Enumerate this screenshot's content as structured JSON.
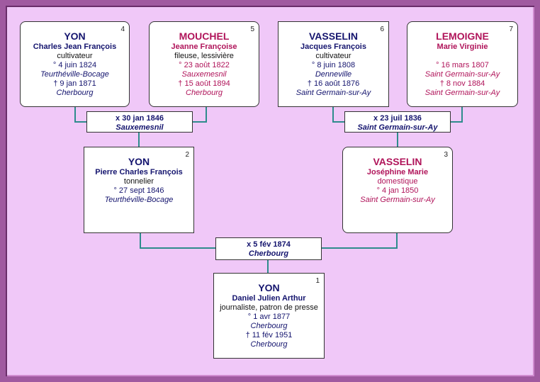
{
  "persons": {
    "p4": {
      "number": "4",
      "surname": "YON",
      "given": "Charles Jean François",
      "occupation": "cultivateur",
      "birth": "° 4 juin 1824",
      "birth_place": "Teurthéville-Bocage",
      "death": "† 9 jan 1871",
      "death_place": "Cherbourg"
    },
    "p5": {
      "number": "5",
      "surname": "MOUCHEL",
      "given": "Jeanne Françoise",
      "occupation": "fileuse, lessivière",
      "birth": "° 23 août 1822",
      "birth_place": "Sauxemesnil",
      "death": "† 15 août 1894",
      "death_place": "Cherbourg"
    },
    "p6": {
      "number": "6",
      "surname": "VASSELIN",
      "given": "Jacques François",
      "occupation": "cultivateur",
      "birth": "° 8 juin 1808",
      "birth_place": "Denneville",
      "death": "† 16 août 1876",
      "death_place": "Saint Germain-sur-Ay"
    },
    "p7": {
      "number": "7",
      "surname": "LEMOIGNE",
      "given": "Marie Virginie",
      "occupation": "",
      "birth": "° 16 mars 1807",
      "birth_place": "Saint Germain-sur-Ay",
      "death": "† 8 nov 1884",
      "death_place": "Saint Germain-sur-Ay"
    },
    "p2": {
      "number": "2",
      "surname": "YON",
      "given": "Pierre Charles François",
      "occupation": "tonnelier",
      "birth": "° 27 sept 1846",
      "birth_place": "Teurthéville-Bocage"
    },
    "p3": {
      "number": "3",
      "surname": "VASSELIN",
      "given": "Joséphine Marie",
      "occupation": "domestique",
      "birth": "° 4 jan 1850",
      "birth_place": "Saint Germain-sur-Ay"
    },
    "p1": {
      "number": "1",
      "surname": "YON",
      "given": "Daniel Julien Arthur",
      "occupation": "journaliste, patron de presse",
      "birth": "° 1 avr 1877",
      "birth_place": "Cherbourg",
      "death": "† 11 fév 1951",
      "death_place": "Cherbourg"
    }
  },
  "marriages": {
    "m45": {
      "date": "x 30 jan 1846",
      "place": "Sauxemesnil"
    },
    "m67": {
      "date": "x 23 juil 1836",
      "place": "Saint Germain-sur-Ay"
    },
    "m23": {
      "date": "x 5 fév 1874",
      "place": "Cherbourg"
    }
  },
  "colors": {
    "frame": "#a05aa0",
    "background": "#f0c8f8",
    "links": "#2e8c8c",
    "male": "#14146e",
    "female": "#b0145a"
  }
}
